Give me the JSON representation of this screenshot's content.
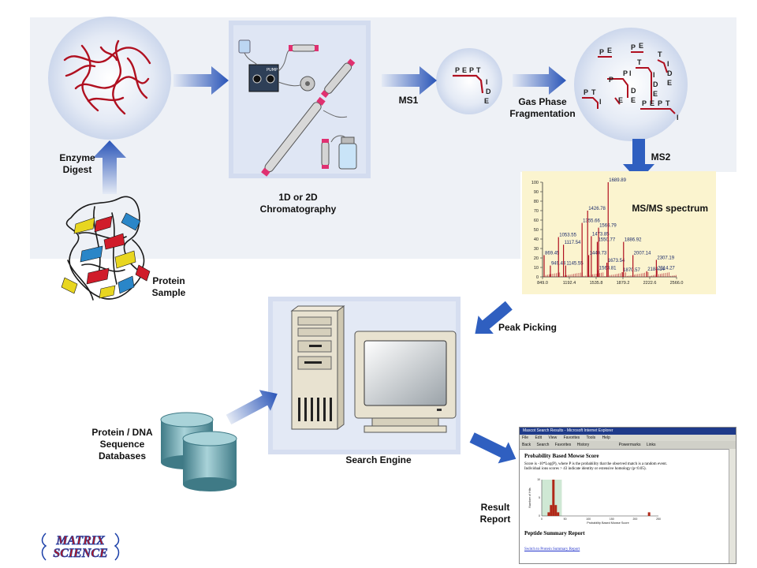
{
  "labels": {
    "enzyme_digest": [
      "Enzyme",
      "Digest"
    ],
    "protein_sample": [
      "Protein",
      "Sample"
    ],
    "chromatography": [
      "1D or 2D",
      "Chromatography"
    ],
    "ms1": "MS1",
    "gas_phase": [
      "Gas Phase",
      "Fragmentation"
    ],
    "ms2": "MS2",
    "peak_picking": "Peak Picking",
    "databases": [
      "Protein / DNA",
      "Sequence",
      "Databases"
    ],
    "search_engine": "Search Engine",
    "result_report": [
      "Result",
      "Report"
    ],
    "pump": "PUMP"
  },
  "peptide_letters": {
    "ms1": [
      "P",
      "E",
      "P",
      "T",
      "I",
      "D",
      "E"
    ],
    "fragments": [
      [
        "P",
        "E"
      ],
      [
        "P",
        "E"
      ],
      [
        "T",
        "I",
        "D",
        "E"
      ],
      [
        "P",
        "I",
        "D",
        "E"
      ],
      [
        "P",
        "T",
        "I",
        "D",
        "E"
      ],
      [
        "P",
        "T",
        "I"
      ],
      [
        "E"
      ],
      [
        "P",
        "E",
        "P",
        "T",
        "I"
      ]
    ]
  },
  "chart_data": {
    "type": "bar",
    "title": "MS/MS spectrum",
    "xlim": [
      849.0,
      2566.0
    ],
    "ylim": [
      0,
      100
    ],
    "x_ticks": [
      "849.0",
      "1192.4",
      "1535.8",
      "1879.2",
      "2222.6",
      "2566.0"
    ],
    "y_ticks": [
      0,
      10,
      20,
      30,
      40,
      50,
      60,
      70,
      80,
      90,
      100
    ],
    "peaks": [
      {
        "x": 869.45,
        "y": 23,
        "label": "869.45"
      },
      {
        "x": 949.44,
        "y": 12,
        "label": "949.44"
      },
      {
        "x": 1053.55,
        "y": 42,
        "label": "1053.55"
      },
      {
        "x": 1117.54,
        "y": 34,
        "label": "1117.54"
      },
      {
        "x": 1145.55,
        "y": 12,
        "label": "1145.55"
      },
      {
        "x": 1355.66,
        "y": 57,
        "label": "1355.66"
      },
      {
        "x": 1426.78,
        "y": 70,
        "label": "1426.78"
      },
      {
        "x": 1473.85,
        "y": 43,
        "label": "1473.85"
      },
      {
        "x": 1440.73,
        "y": 23,
        "label": "1440.73"
      },
      {
        "x": 1550.77,
        "y": 37,
        "label": "1550.77"
      },
      {
        "x": 1566.79,
        "y": 52,
        "label": "1566.79"
      },
      {
        "x": 1563.81,
        "y": 7,
        "label": "1563.81"
      },
      {
        "x": 1673.54,
        "y": 15,
        "label": "1673.54"
      },
      {
        "x": 1689.89,
        "y": 100,
        "label": "1689.89"
      },
      {
        "x": 1870.57,
        "y": 5,
        "label": "1870.57"
      },
      {
        "x": 1886.92,
        "y": 37,
        "label": "1886.92"
      },
      {
        "x": 2007.14,
        "y": 23,
        "label": "2007.14"
      },
      {
        "x": 2184.14,
        "y": 6,
        "label": "2184.14"
      },
      {
        "x": 2307.19,
        "y": 18,
        "label": "2307.19"
      },
      {
        "x": 2314.27,
        "y": 7,
        "label": "2314.27"
      }
    ]
  },
  "browser": {
    "title": "Mascot Search Results - Microsoft Internet Explorer",
    "menu": [
      "File",
      "Edit",
      "View",
      "Favorites",
      "Tools",
      "Help"
    ],
    "toolbar": [
      "Back",
      "Search",
      "Favorites",
      "History",
      "Powermarks",
      "Links"
    ],
    "heading": "Probability Based Mowse Score",
    "para1": "Score is -10*Log(P), where P is the probability that the observed match is a random event.",
    "para2": "Individual ions scores > 43 indicate identity or extensive homology (p<0.05).",
    "histogram": {
      "ylabel": "Number of Hits",
      "xlabel": "Probability Based Mowse Score",
      "x_ticks": [
        "0",
        "50",
        "100",
        "150",
        "200",
        "250"
      ],
      "y_ticks": [
        "0",
        "5",
        "10"
      ],
      "threshold": 43,
      "bars": [
        {
          "x": 15,
          "count": 1
        },
        {
          "x": 20,
          "count": 3
        },
        {
          "x": 25,
          "count": 10
        },
        {
          "x": 30,
          "count": 3
        },
        {
          "x": 35,
          "count": 1
        },
        {
          "x": 230,
          "count": 1
        }
      ]
    },
    "heading2": "Peptide Summary Report",
    "link": "Switch to Protein Summary Report"
  },
  "logo": [
    "MATRIX",
    "SCIENCE"
  ],
  "colors": {
    "arrow": "#2f5fc0",
    "circle": "#dfe6f3",
    "peptide": "#b01020",
    "label": "#111111",
    "spectrum_bg": "#fbf4cf",
    "spectrum_peak": "#b01020",
    "logo_red": "#c01818",
    "logo_blue": "#1a3fa8"
  }
}
